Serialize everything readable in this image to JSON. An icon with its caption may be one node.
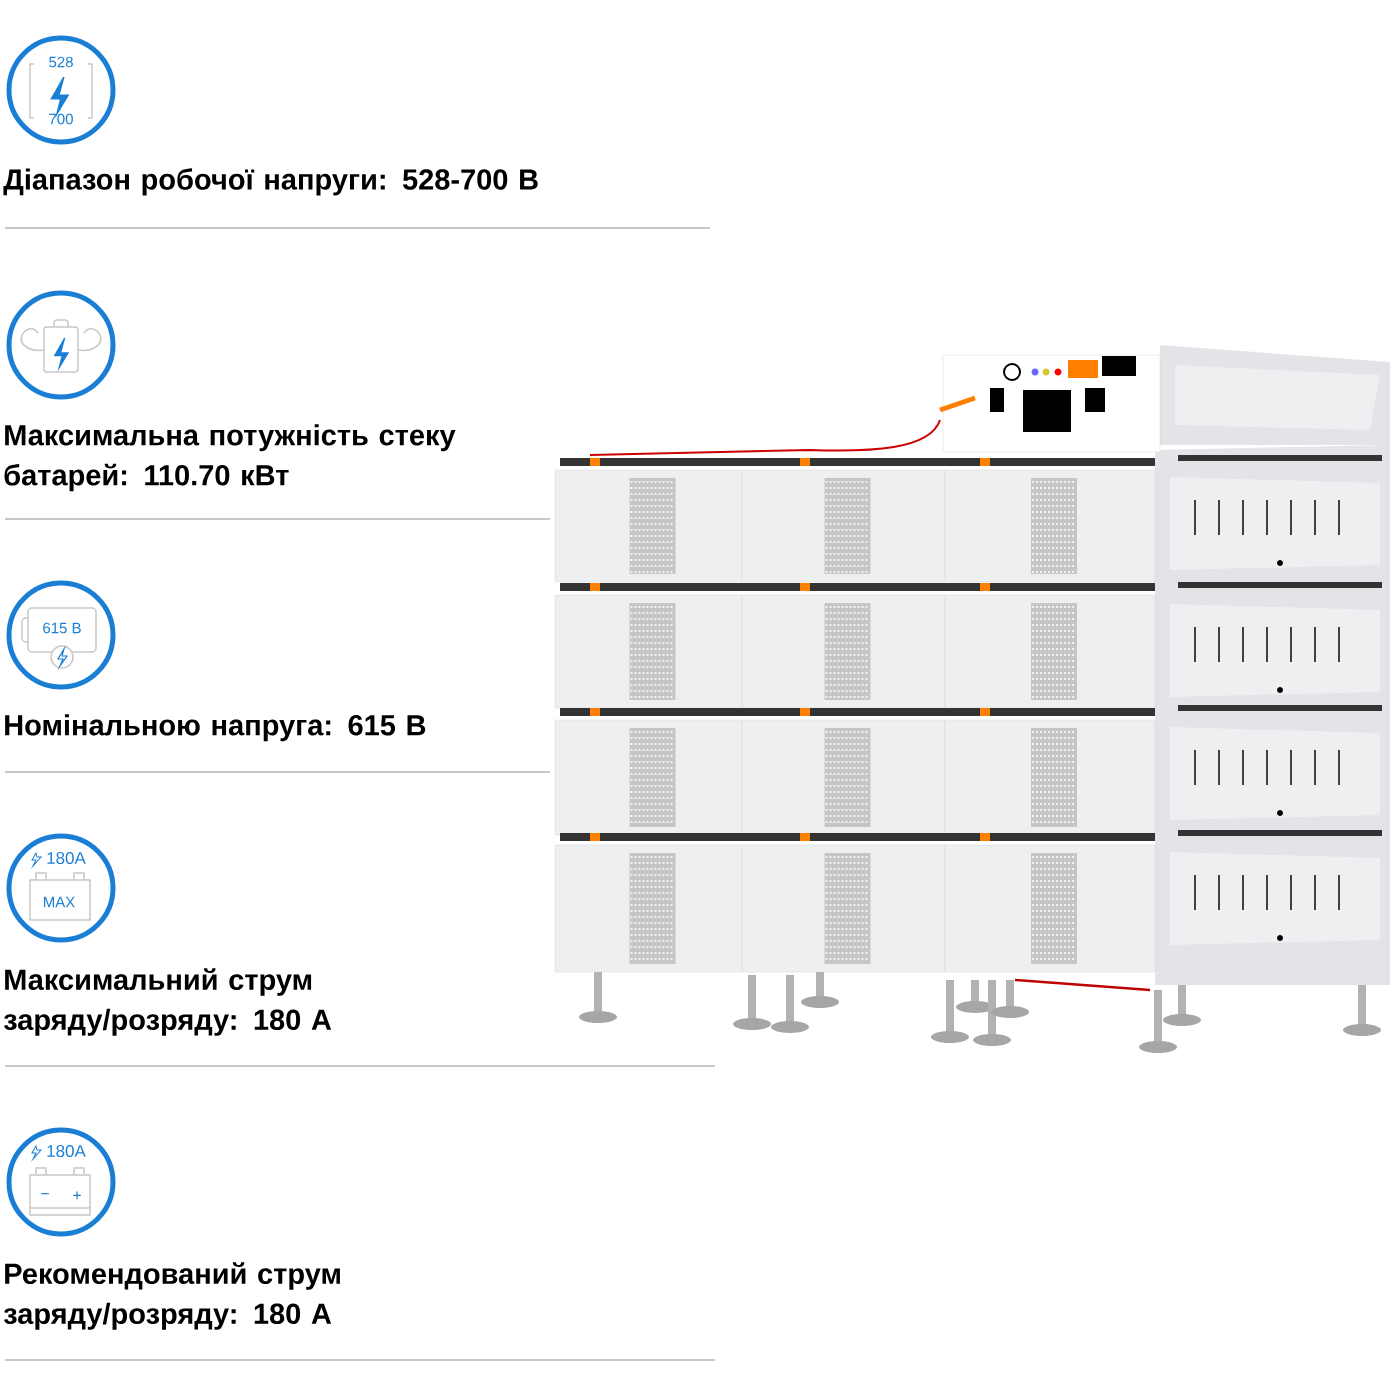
{
  "diagram": {
    "labels": [
      "528",
      "700",
      "Діапазон робочої напруги: 528-700 В",
      "Максимальна потужність стеку батарей: 110.70 кВт",
      "615 В",
      "Номінальною напруга: 615 В",
      "180A",
      "MAX",
      "Максимальний струм заряду/розряду: 180 A",
      "180A",
      "−",
      "+",
      "Рекомендований струм заряду/розряду: 180 A"
    ]
  }
}
